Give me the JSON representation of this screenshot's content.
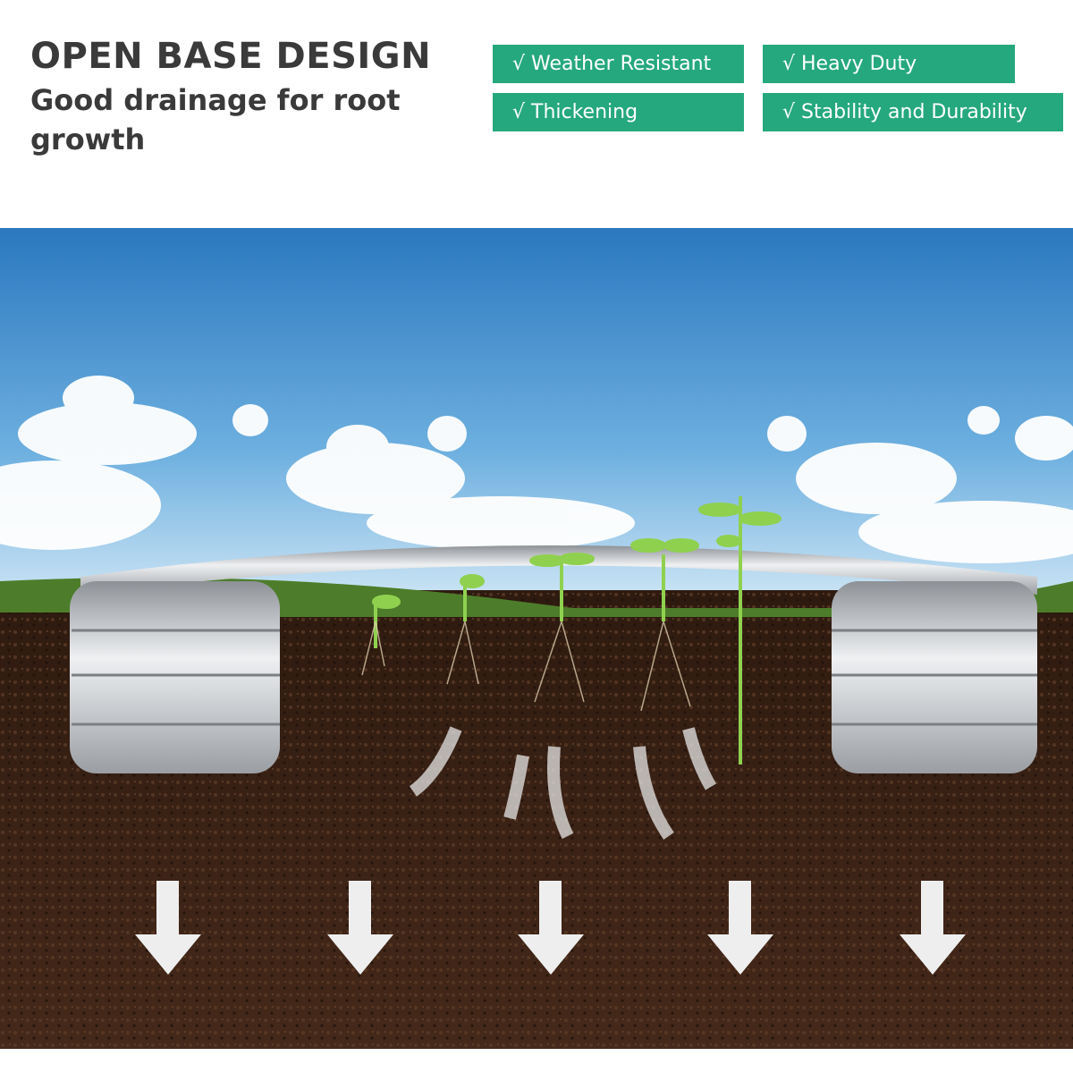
{
  "header": {
    "title": "OPEN BASE DESIGN",
    "subtitle": "Good drainage for root growth"
  },
  "features": [
    {
      "label": "√ Weather Resistant"
    },
    {
      "label": "√ Heavy Duty"
    },
    {
      "label": "√ Thickening"
    },
    {
      "label": "√ Stability and Durability"
    }
  ],
  "colors": {
    "badge": "#25a87d",
    "title": "#3a3a3a",
    "sky_top": "#2f7fc4",
    "soil": "#3b2416"
  }
}
